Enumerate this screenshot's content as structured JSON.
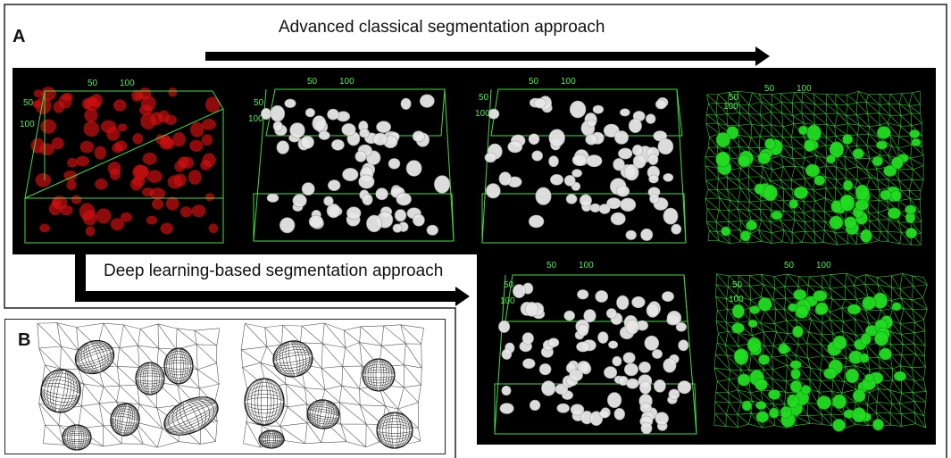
{
  "panel_a": {
    "label": "A",
    "classical_title": "Advanced classical segmentation approach",
    "deep_title": "Deep learning-based segmentation approach"
  },
  "panel_b": {
    "label": "B"
  },
  "axis_ticks": {
    "raw": [
      "50",
      "100",
      "50",
      "100"
    ],
    "classical_seg": [
      "50",
      "100",
      "50",
      "100"
    ],
    "classical_fit": [
      "50",
      "100",
      "50",
      "100"
    ],
    "classical_mesh": [
      "50",
      "100",
      "50",
      "100"
    ],
    "deep_fit": [
      "50",
      "100",
      "50",
      "100"
    ],
    "deep_mesh": [
      "50",
      "100",
      "50",
      "100"
    ]
  },
  "colors": {
    "box_edge": "#44dd44",
    "nuclei_raw": "#cc1010",
    "nuclei_seg": "#e8e8e8",
    "nuclei_mesh": "#22dd22",
    "background": "#000000"
  }
}
